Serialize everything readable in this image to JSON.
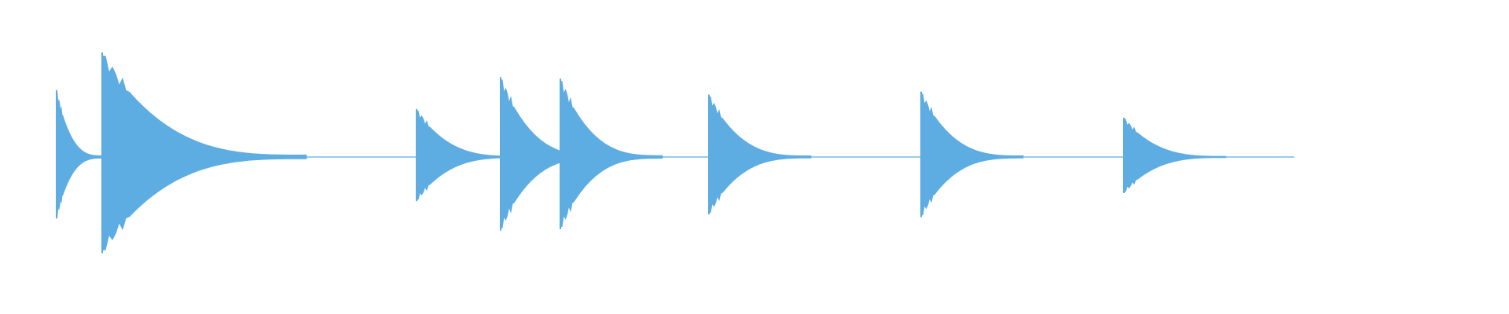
{
  "waveform": {
    "color": "#5DADE2",
    "background": "#FFFFFF",
    "onsets": [
      {
        "id": "onset-1",
        "amplitude": 0.46,
        "decay": "short"
      },
      {
        "id": "onset-2",
        "amplitude": 0.72,
        "decay": "long"
      },
      {
        "id": "onset-3",
        "amplitude": 0.33,
        "decay": "medium"
      },
      {
        "id": "onset-4",
        "amplitude": 0.55,
        "decay": "medium"
      },
      {
        "id": "onset-5",
        "amplitude": 0.54,
        "decay": "medium"
      },
      {
        "id": "onset-6",
        "amplitude": 0.43,
        "decay": "medium"
      },
      {
        "id": "onset-7",
        "amplitude": 0.45,
        "decay": "medium"
      },
      {
        "id": "onset-8",
        "amplitude": 0.27,
        "decay": "medium"
      }
    ]
  }
}
